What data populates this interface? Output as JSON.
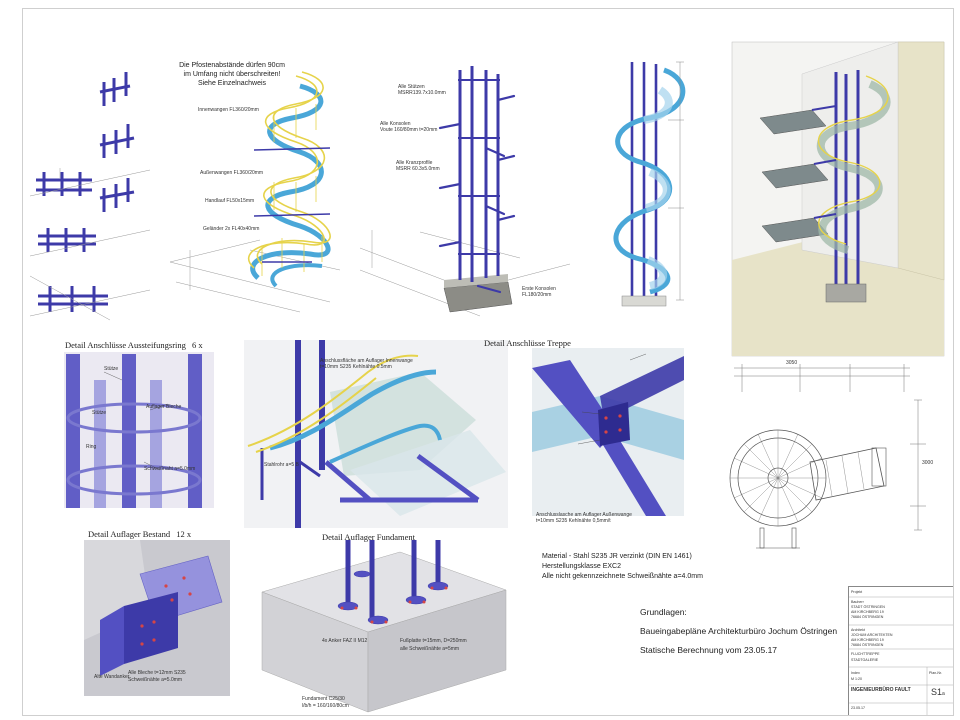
{
  "colors": {
    "steel": "#3d3aa8",
    "steel_light": "#6a66d6",
    "stringer": "#4aa7d8",
    "handrail": "#e6d34a",
    "glass": "#a7c9c0",
    "concrete": "#d9d9d4",
    "line": "#7a7a7a"
  },
  "top_views": {
    "note_lines": [
      "Die Pfostenabstände dürfen 90cm",
      "im Umfang nicht überschreiten!",
      "Siehe Einzelnachweis"
    ],
    "labels": {
      "innenwangen": "Innenwangen FL360/20mm",
      "aussenwangen": "Außenwangen FL360/20mm",
      "handlauf": "Handlauf FL50x15mm",
      "gelaender": "Geländer 2x FL40x40mm",
      "stuetzen": "Alle Stützen",
      "stuetzen_spec": "MSRR139.7x10.0mm",
      "konsolen": "Alle Konsolen",
      "konsolen_spec": "Voute 160/80mm t=20mm",
      "kranz": "Alle Kranzprofile",
      "kranz_spec": "MSRR 60.3x5.0mm",
      "erste_konsole": "Erste Konsolen",
      "erste_konsole_spec": "FL180/20mm"
    }
  },
  "details": {
    "aussteifung": {
      "title": "Detail Anschlüsse Aussteifungsring",
      "count": "6 x",
      "labels": [
        "Stütze",
        "Stütze",
        "Ring",
        "Auflager Bleche",
        "Schweißnaht a=5.0mm"
      ]
    },
    "wangen_labels": [
      "Anschlussfläche am Auflager Innenwange",
      "t=10mm S235 Kehlnähte 0.5mm",
      "Stahlrohr a=5 B"
    ],
    "treppe": {
      "title": "Detail Anschlüsse Treppe",
      "caption_line1": "Anschlusslasche am Auflager Außenwange",
      "caption_line2": "t=10mm S235 Kehlnähte 0,5mm/t"
    },
    "auflager_bestand": {
      "title": "Detail Auflager Bestand",
      "count": "12 x",
      "caption_line1": "Alle Bleche t=12mm S235",
      "caption_line2": "Schweißnähte a=5.0mm",
      "small_label": "Alte Wandanker"
    },
    "fundament": {
      "title": "Detail Auflager Fundament",
      "anker": "4x Anker FAZ II M12",
      "fussplatte_line1": "Fußplatte t=15mm, D=250mm",
      "fussplatte_line2": "alle Schweißnähte a=5mm",
      "fund_line1": "Fundament C25/30",
      "fund_line2": "l/b/h = 160/160/80cm"
    }
  },
  "material": {
    "line1": "Material - Stahl S235 JR verzinkt (DIN EN 1461)",
    "line2": "Herstellungsklasse EXC2",
    "line3": "Alle nicht gekennzeichnete Schweißnähte a=4.0mm"
  },
  "grundlagen": {
    "heading": "Grundlagen:",
    "line1": "Baueingabepläne Architekturbüro Jochum Östringen",
    "line2": "Statische Berechnung vom 23.05.17"
  },
  "plan": {
    "dim_top": "3050",
    "dim_right": "3000"
  },
  "title_block": {
    "company": "INGENIEURBÜRO FAULT",
    "sheet_no": "S1",
    "sheet_sub": "a",
    "project_label": "Projekt",
    "project_line1": "FLUCHTTREPPE",
    "project_line2": "STADTGALERIE",
    "client_label": "Bauherr",
    "client_line1": "STADT ÖSTRINGEN",
    "client_line2": "AM KIRCHBERG 19",
    "client_line3": "76684 ÖSTRINGEN",
    "arch_label": "Architekt",
    "arch_line1": "JOCHUM ARCHITEKTEN",
    "arch_line2": "AM KIRCHBERG 19",
    "arch_line3": "76684 ÖSTRINGEN",
    "index_label": "Index",
    "plan_label": "Plan-Nr.",
    "scale_label": "M 1:20",
    "date_label": "23.05.17"
  }
}
